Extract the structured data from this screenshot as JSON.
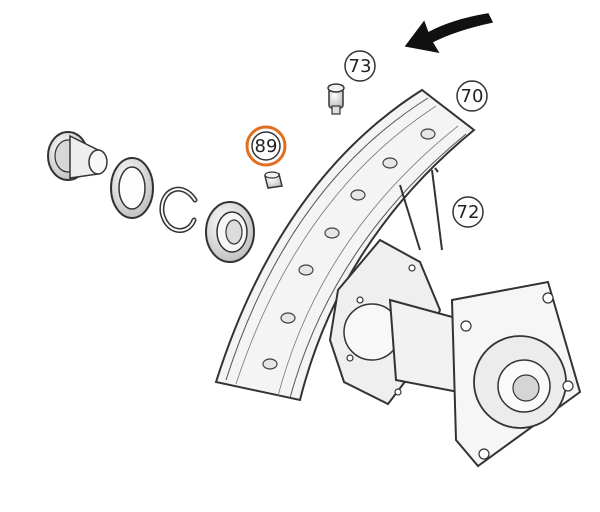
{
  "diagram": {
    "callouts": [
      {
        "id": "70",
        "label": "70",
        "highlighted": false
      },
      {
        "id": "72",
        "label": "72",
        "highlighted": false
      },
      {
        "id": "73",
        "label": "73",
        "highlighted": false
      },
      {
        "id": "89",
        "label": "89",
        "highlighted": true
      }
    ],
    "colors": {
      "line": "#333333",
      "highlight_ring": "#e07020",
      "background": "#ffffff"
    },
    "icons": {
      "direction_arrow": "rotation-direction-arrow-icon"
    }
  }
}
